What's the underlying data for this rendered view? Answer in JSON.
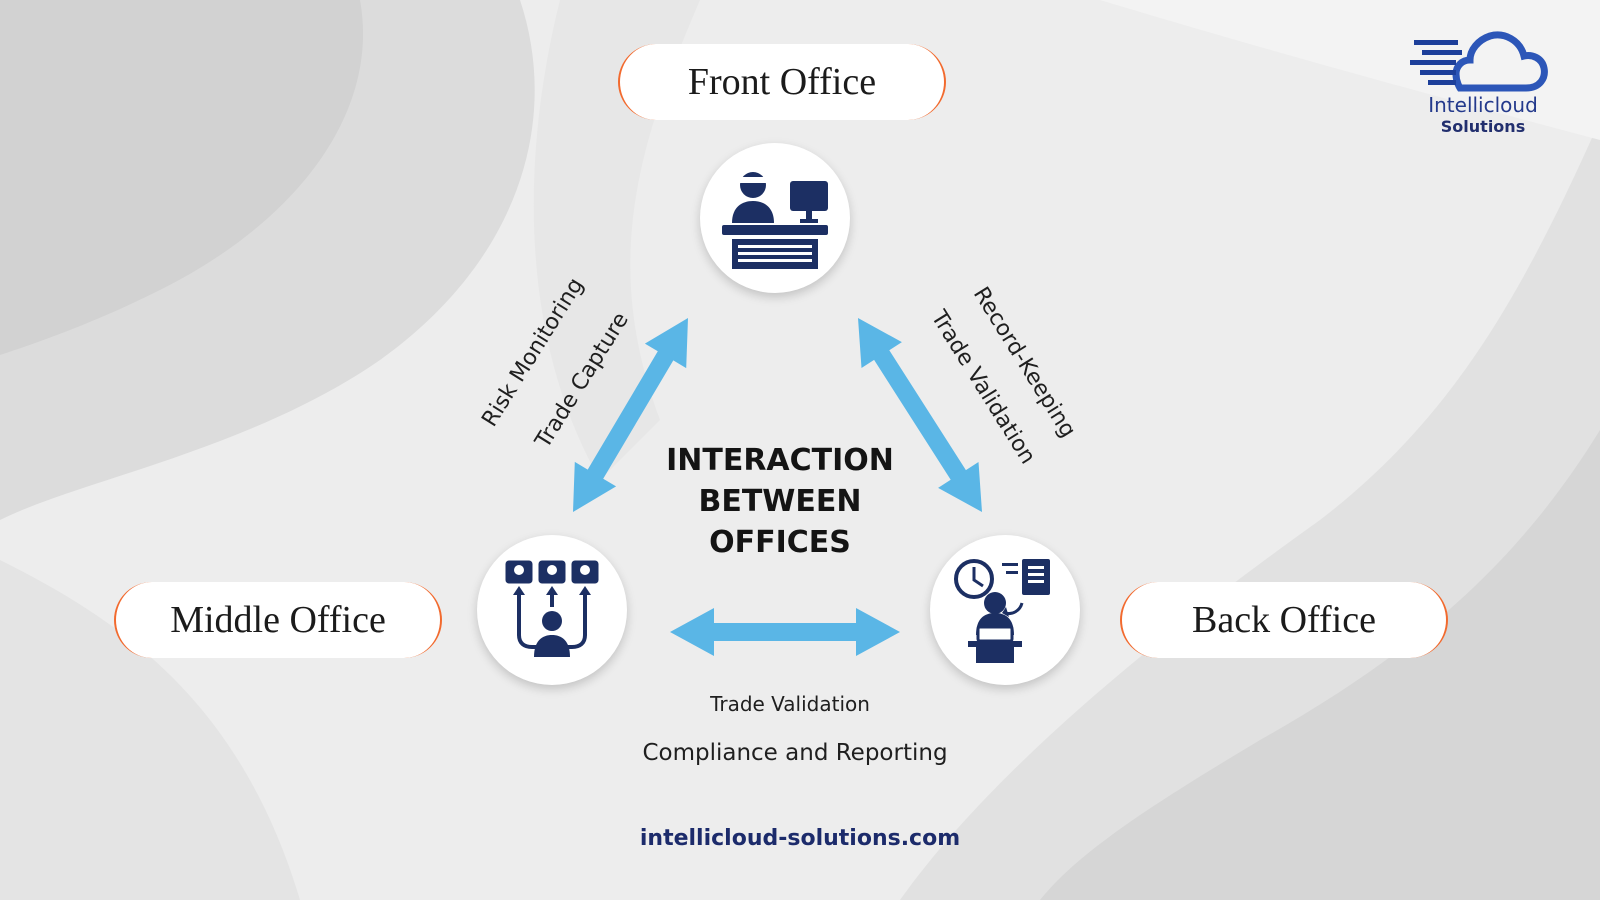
{
  "diagram": {
    "title_lines": [
      "INTERACTION",
      "BETWEEN",
      "OFFICES"
    ],
    "nodes": {
      "front": "Front Office",
      "middle": "Middle Office",
      "back": "Back Office"
    },
    "edges": {
      "front_middle": [
        "Risk Monitoring",
        "Trade Capture"
      ],
      "front_back": [
        "Record-Keeping",
        "Trade Validation"
      ],
      "middle_back": [
        "Trade Validation",
        "Compliance and Reporting"
      ]
    }
  },
  "logo": {
    "title": "Intellicloud",
    "subtitle": "Solutions"
  },
  "footer": {
    "url": "intellicloud-solutions.com"
  },
  "colors": {
    "arrow": "#5ab6e6",
    "pill_accent": "#f26a2e",
    "icon": "#1c2f63",
    "brand": "#243a8c"
  },
  "icons": {
    "front": "receptionist-desk-icon",
    "middle": "management-hierarchy-icon",
    "back": "clerk-clock-document-icon",
    "logo": "cloud-logo-icon"
  }
}
